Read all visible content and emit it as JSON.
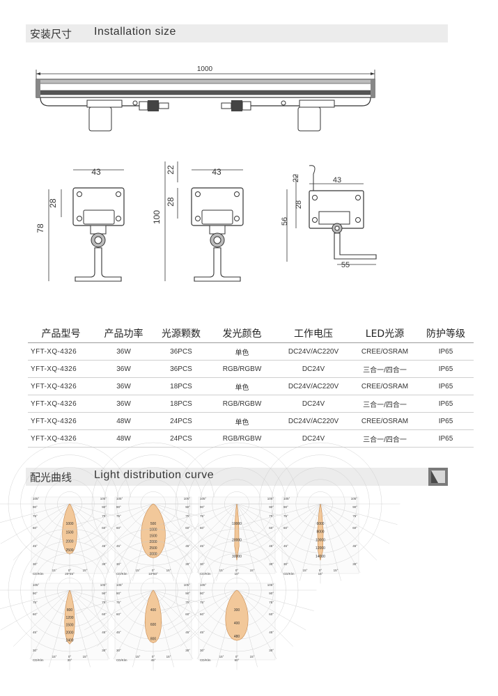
{
  "sections": {
    "installation": {
      "zh": "安装尺寸",
      "en": "Installation size"
    },
    "light": {
      "zh": "配光曲线",
      "en": "Light distribution curve"
    }
  },
  "dimensions": {
    "length": "1000",
    "front_width": "43",
    "front_h28": "28",
    "front_total": "78",
    "mid_width": "43",
    "mid_top": "22",
    "mid_h28": "28",
    "mid_total": "100",
    "side_top": "22",
    "side_width": "43",
    "side_h28": "28",
    "side_total": "56",
    "side_base": "55"
  },
  "table": {
    "headers": [
      "产品型号",
      "产品功率",
      "光源颗数",
      "发光颜色",
      "工作电压",
      "LED光源",
      "防护等级"
    ],
    "rows": [
      [
        "YFT-XQ-4326",
        "36W",
        "36PCS",
        "单色",
        "DC24V/AC220V",
        "CREE/OSRAM",
        "IP65"
      ],
      [
        "YFT-XQ-4326",
        "36W",
        "36PCS",
        "RGB/RGBW",
        "DC24V",
        "三合一/四合一",
        "IP65"
      ],
      [
        "YFT-XQ-4326",
        "36W",
        "18PCS",
        "单色",
        "DC24V/AC220V",
        "CREE/OSRAM",
        "IP65"
      ],
      [
        "YFT-XQ-4326",
        "36W",
        "18PCS",
        "RGB/RGBW",
        "DC24V",
        "三合一/四合一",
        "IP65"
      ],
      [
        "YFT-XQ-4326",
        "48W",
        "24PCS",
        "单色",
        "DC24V/AC220V",
        "CREE/OSRAM",
        "IP65"
      ],
      [
        "YFT-XQ-4326",
        "48W",
        "24PCS",
        "RGB/RGBW",
        "DC24V",
        "三合一/四合一",
        "IP65"
      ]
    ]
  },
  "curves": [
    {
      "beam": "20*45°",
      "half_width_deg": 14,
      "reach": 0.82,
      "values": [
        "1000",
        "1500",
        "2000",
        "2500"
      ]
    },
    {
      "beam": "10*60°",
      "half_width_deg": 22,
      "reach": 0.88,
      "values": [
        "500",
        "1000",
        "1500",
        "2000",
        "2500",
        "3000"
      ]
    },
    {
      "beam": "10°",
      "half_width_deg": 4,
      "reach": 0.92,
      "values": [
        "10000",
        "20000",
        "30000"
      ]
    },
    {
      "beam": "15°",
      "half_width_deg": 5,
      "reach": 0.92,
      "values": [
        "6000",
        "8000",
        "10000",
        "12000",
        "14000"
      ]
    },
    {
      "beam": "30°",
      "half_width_deg": 9,
      "reach": 0.88,
      "values": [
        "800",
        "1200",
        "1500",
        "2000",
        "2400"
      ]
    },
    {
      "beam": "45°",
      "half_width_deg": 15,
      "reach": 0.86,
      "values": [
        "400",
        "600",
        "800"
      ]
    },
    {
      "beam": "60°",
      "half_width_deg": 22,
      "reach": 0.82,
      "values": [
        "300",
        "400",
        "480"
      ]
    }
  ],
  "curve_labels": {
    "unit": "CD/Klm",
    "left_angles": [
      "105°",
      "90°",
      "75°",
      "60°",
      "45°",
      "30°"
    ],
    "right_angles": [
      "105°",
      "90°",
      "75°",
      "60°",
      "45°",
      "30°"
    ],
    "bottom_angles": [
      "15°",
      "0°",
      "15°"
    ]
  },
  "colors": {
    "section_bg": "#ececec",
    "curve_fill": "#f2c89a",
    "grid": "#c8c8c8",
    "line": "#333333"
  }
}
